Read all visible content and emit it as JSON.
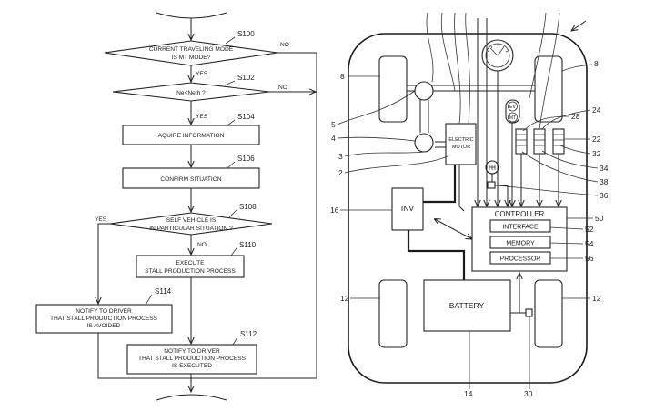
{
  "flowchart": {
    "s100": {
      "id": "S100",
      "lines": [
        "CURRENT TRAVELING MODE",
        "IS MT MODE?"
      ]
    },
    "s102": {
      "id": "S102",
      "text": "Ne<Neth ?"
    },
    "s104": {
      "id": "S104",
      "text": "AQUIRE INFORMATION"
    },
    "s106": {
      "id": "S106",
      "text": "CONFIRM SITUATION"
    },
    "s108": {
      "id": "S108",
      "lines": [
        "SELF VEHICLE IS",
        "IN PARTICULAR SITUATION ?"
      ]
    },
    "s110": {
      "id": "S110",
      "lines": [
        "EXECUTE",
        "STALL PRODUCTION PROCESS"
      ]
    },
    "s112": {
      "id": "S112",
      "lines": [
        "NOTIFY TO DRIVER",
        "THAT STALL PRODUCTION PROCESS",
        "IS EXECUTED"
      ]
    },
    "s114": {
      "id": "S114",
      "lines": [
        "NOTIFY TO DRIVER",
        "THAT STALL PRODUCTION PROCESS",
        "IS AVOIDED"
      ]
    },
    "yes": "YES",
    "no": "NO"
  },
  "vehicle": {
    "electric_motor": [
      "ELECTRIC",
      "MOTOR"
    ],
    "inv": "INV",
    "battery": "BATTERY",
    "controller": "CONTROLLER",
    "interface": "INTERFACE",
    "memory": "MEMORY",
    "processor": "PROCESSOR",
    "ev": "EV",
    "mt": "MT",
    "refs": {
      "r8a": "8",
      "r8b": "8",
      "r5": "5",
      "r4": "4",
      "r3": "3",
      "r2": "2",
      "r16": "16",
      "r12a": "12",
      "r12b": "12",
      "r14": "14",
      "r30": "30",
      "r28": "28",
      "r24": "24",
      "r22": "22",
      "r32": "32",
      "r34": "34",
      "r38": "38",
      "r36": "36",
      "r50": "50",
      "r52": "52",
      "r54": "54",
      "r56": "56"
    }
  }
}
